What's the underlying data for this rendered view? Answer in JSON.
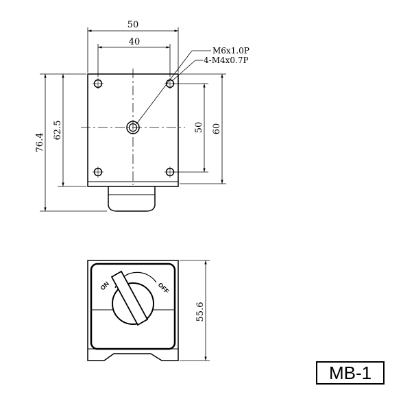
{
  "dimensions": {
    "overall_width": "50",
    "hole_spacing_width": "40",
    "hole_spacing_height": "50",
    "overall_height": "60",
    "height_with_knob": "76.4",
    "base_height": "62.5",
    "side_height": "55.6"
  },
  "callouts": {
    "center_thread": "M6x1.0P",
    "mount_holes": "4-M4x0.7P"
  },
  "switch": {
    "on_label": "ON",
    "off_label": "OFF"
  },
  "model": "MB-1"
}
